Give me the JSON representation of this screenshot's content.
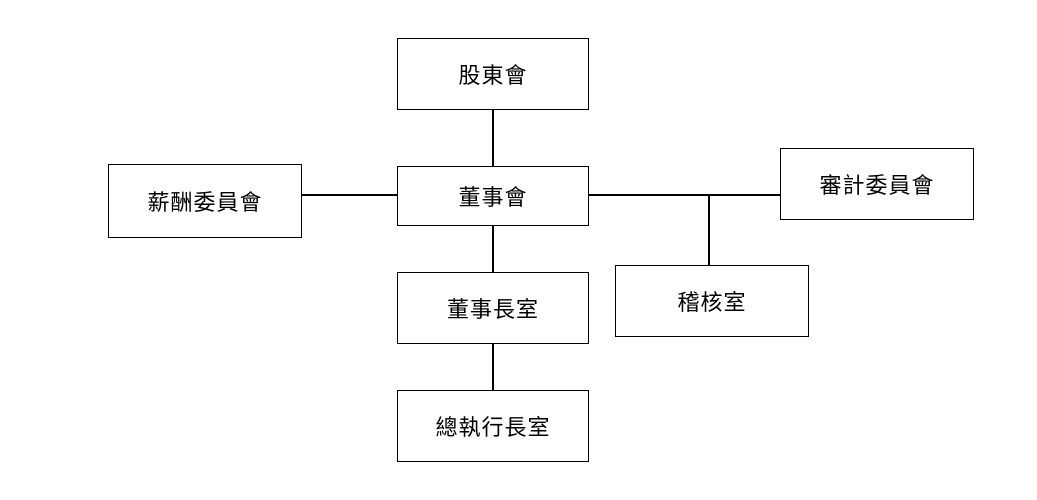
{
  "org_chart": {
    "nodes": {
      "shareholders": "股東會",
      "board": "董事會",
      "compensation_committee": "薪酬委員會",
      "audit_committee": "審計委員會",
      "chairman_office": "董事長室",
      "internal_audit": "稽核室",
      "ceo_office": "總執行長室"
    }
  }
}
